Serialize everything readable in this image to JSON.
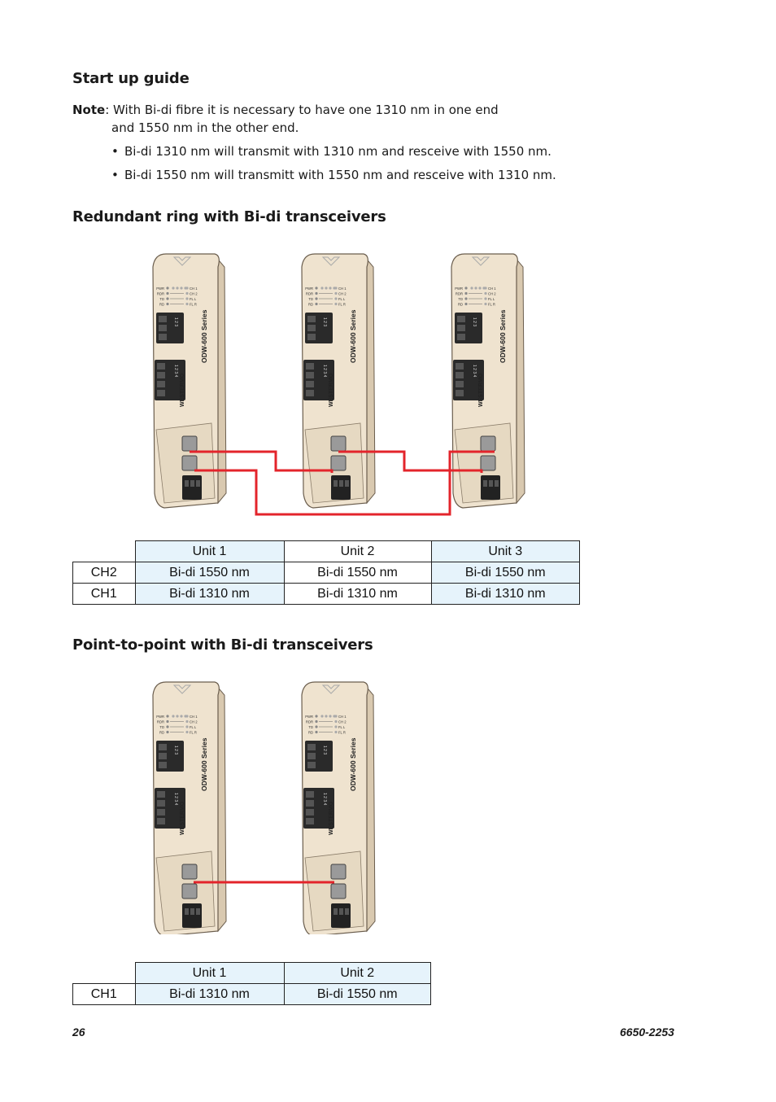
{
  "sections": {
    "startup": {
      "heading": "Start up guide",
      "note_label": "Note",
      "note_line1": ": With Bi-di fibre it is necessary to have one 1310 nm in one end",
      "note_line2": "and 1550 nm in the other end.",
      "bullets": [
        "Bi-di 1310 nm will transmit with 1310 nm and resceive with 1550 nm.",
        "Bi-di 1550 nm will transmitt with 1550 nm and resceive with 1310 nm."
      ]
    },
    "ring": {
      "heading": "Redundant ring with Bi-di transceivers",
      "table": {
        "headers": [
          "Unit 1",
          "Unit 2",
          "Unit 3"
        ],
        "rows": [
          {
            "label": "CH2",
            "cells": [
              "Bi-di 1550 nm",
              "Bi-di 1550 nm",
              "Bi-di 1550 nm"
            ]
          },
          {
            "label": "CH1",
            "cells": [
              "Bi-di 1310 nm",
              "Bi-di 1310 nm",
              "Bi-di 1310 nm"
            ]
          }
        ]
      }
    },
    "p2p": {
      "heading": "Point-to-point with Bi-di transceivers",
      "table": {
        "headers": [
          "Unit 1",
          "Unit 2"
        ],
        "rows": [
          {
            "label": "CH1",
            "cells": [
              "Bi-di 1310 nm",
              "Bi-di 1550 nm"
            ]
          }
        ]
      }
    }
  },
  "device": {
    "series_label": "ODW-600 Series",
    "brand": "WESTERMO",
    "led_left": [
      "PWR",
      "RDR",
      "TD",
      "RD"
    ],
    "led_right": [
      "CH 1",
      "CH 2",
      "FL L",
      "FL R"
    ],
    "terminal_small": "1 2 3",
    "terminal_large": "1 2 3 4"
  },
  "colors": {
    "fibre": "#e3242b",
    "housing": "#efe3cf",
    "table_highlight": "#e6f3fb"
  },
  "footer": {
    "page_number": "26",
    "doc_number": "6650-2253"
  }
}
